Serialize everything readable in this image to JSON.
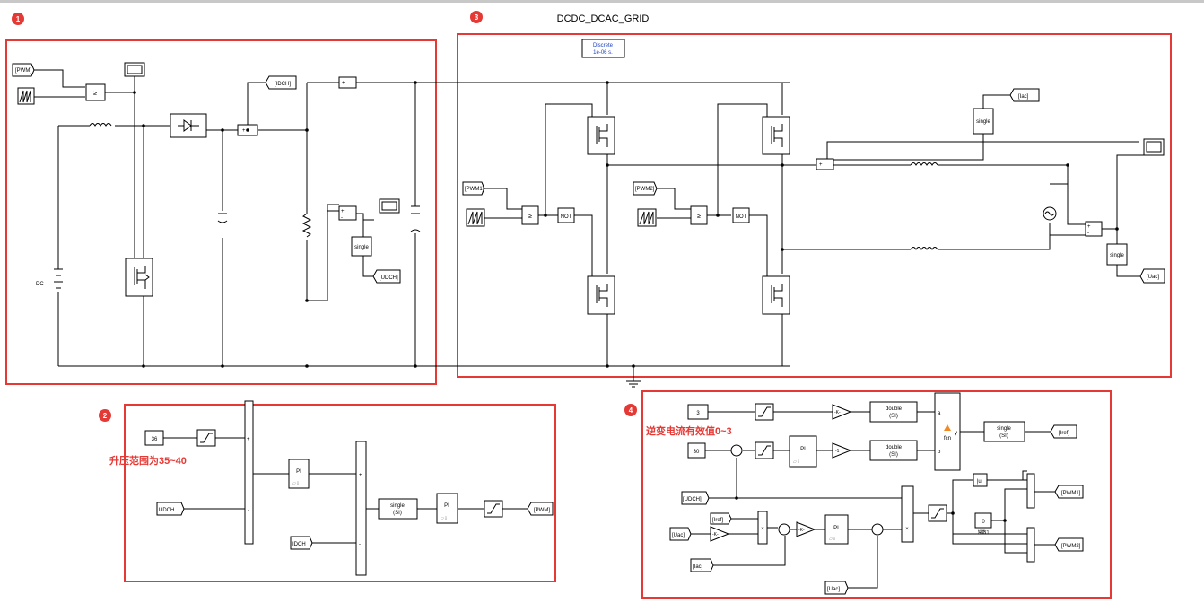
{
  "title": "DCDC_DCAC_GRID",
  "badges": [
    "1",
    "2",
    "3",
    "4"
  ],
  "notes": {
    "boost_range": "升压范围为35~40",
    "inverter_current": "逆变电流有效值0~3"
  },
  "powergui": {
    "line1": "Discrete",
    "line2": "1e-06 s."
  },
  "tags": {
    "pwm": "[PWM]",
    "pwm1": "[PWM1]",
    "pwm2": "[PWM2]",
    "idch": "[IDCH]",
    "udch": "[UDCH]",
    "udch_in": "UDCH",
    "idch_in": "IDCH",
    "iac": "[Iac]",
    "uac": "[Uac]",
    "iref": "[Iref]"
  },
  "blocks": {
    "ge": "≥",
    "not": "NOT",
    "single": "single",
    "single_si": "(SI)",
    "double": "double",
    "pi": "PI",
    "fcn": "fcn",
    "dc": "DC",
    "k_gain": "-K-",
    "one_gain": "-1",
    "abs": "|u|",
    "const_36": "36",
    "const_3": "3",
    "const_30": "30",
    "const_0": "0",
    "const_0_label": "常数1",
    "fcn_in_a": "a",
    "fcn_in_b": "b",
    "fcn_out": "y",
    "plus": "+",
    "minus": "-",
    "times": "×"
  }
}
